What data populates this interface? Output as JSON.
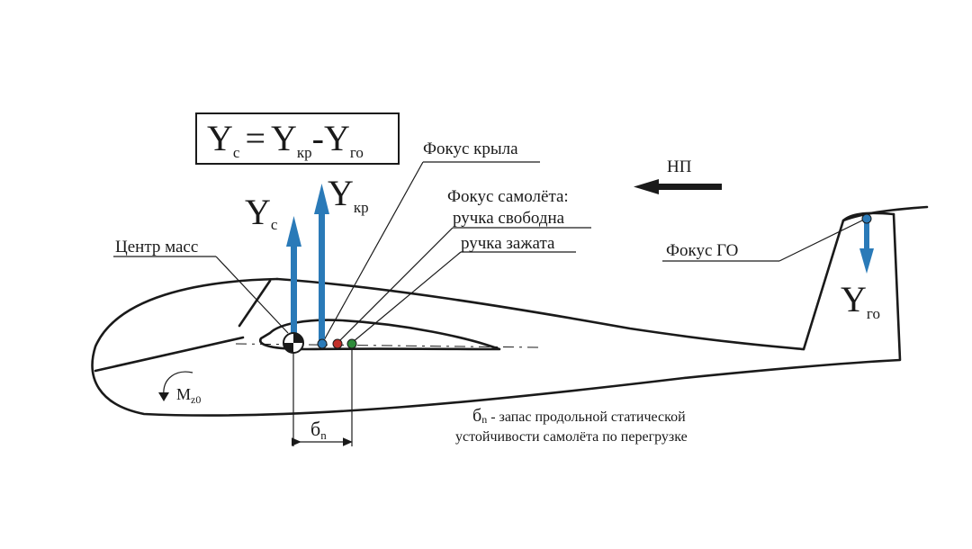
{
  "formula": {
    "lhs": "Y",
    "lhs_sub": "с",
    "eq": "=",
    "t1": "Y",
    "t1_sub": "кр",
    "minus": "-",
    "t2": "Y",
    "t2_sub": "го"
  },
  "forces": {
    "yc": {
      "main": "Y",
      "sub": "с"
    },
    "ykr": {
      "main": "Y",
      "sub": "кр"
    },
    "ygo": {
      "main": "Y",
      "sub": "го"
    }
  },
  "labels": {
    "wing_focus": "Фокус крыла",
    "aircraft_focus": "Фокус самолёта:",
    "stick_free": "ручка свободна",
    "stick_fixed": "ручка зажата",
    "center_of_mass": "Центр масс",
    "tail_focus": "Фокус ГО",
    "np": "НП",
    "moment_main": "M",
    "moment_sub": "z0",
    "sigma_main": "б",
    "sigma_sub": "n",
    "note_sigma": "б",
    "note_sigma_sub": "n",
    "note_line1": " - запас продольной статической",
    "note_line2": "устойчивости самолёта по перегрузке"
  },
  "colors": {
    "arrow_blue": "#2a7ab8",
    "focus_wing": "#2a7ab8",
    "focus_free": "#c0302a",
    "focus_fixed": "#2e8b3a",
    "outline": "#1a1a1a"
  }
}
